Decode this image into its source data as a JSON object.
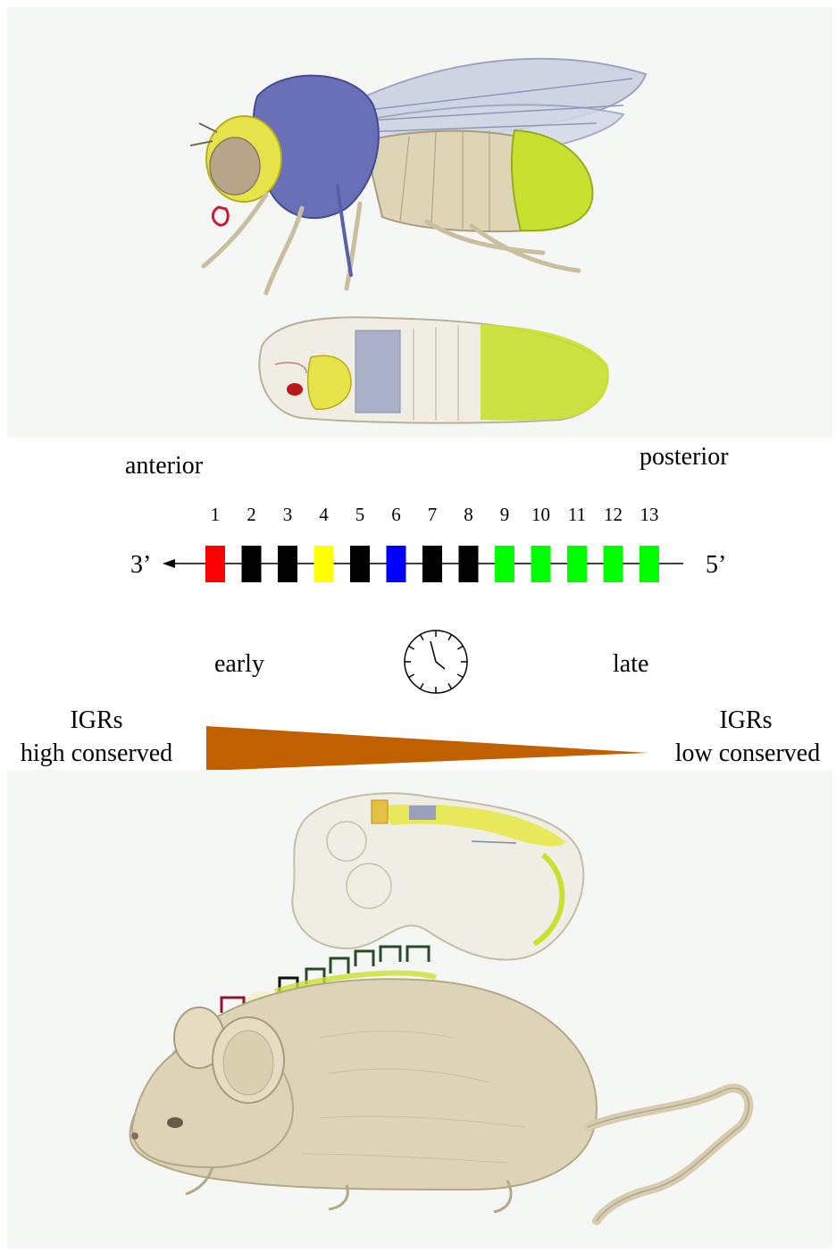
{
  "labels": {
    "anterior": "anterior",
    "posterior": "posterior",
    "three_prime": "3’",
    "five_prime": "5’",
    "early": "early",
    "late": "late",
    "igrs_left_1": "IGRs",
    "igrs_left_2": "high conserved",
    "igrs_right_1": "IGRs",
    "igrs_right_2": "low conserved"
  },
  "genes": [
    {
      "number": "1",
      "color": "#ff0000"
    },
    {
      "number": "2",
      "color": "#000000"
    },
    {
      "number": "3",
      "color": "#000000"
    },
    {
      "number": "4",
      "color": "#ffff00"
    },
    {
      "number": "5",
      "color": "#000000"
    },
    {
      "number": "6",
      "color": "#0000ff"
    },
    {
      "number": "7",
      "color": "#000000"
    },
    {
      "number": "8",
      "color": "#000000"
    },
    {
      "number": "9",
      "color": "#00ff00"
    },
    {
      "number": "10",
      "color": "#00ff00"
    },
    {
      "number": "11",
      "color": "#00ff00"
    },
    {
      "number": "12",
      "color": "#00ff00"
    },
    {
      "number": "13",
      "color": "#00ff00"
    }
  ],
  "colors": {
    "wedge": "#c06000",
    "fly_head": "#e6e24a",
    "fly_thorax": "#6a70b8",
    "fly_abdomen_tip": "#c8e030",
    "body_tan": "#ded7bd",
    "mouse_tan": "#ddd4b8"
  },
  "icons": [
    "fly-illustration",
    "fly-embryo-illustration",
    "clock-icon",
    "mouse-embryo-illustration",
    "mouse-illustration"
  ]
}
